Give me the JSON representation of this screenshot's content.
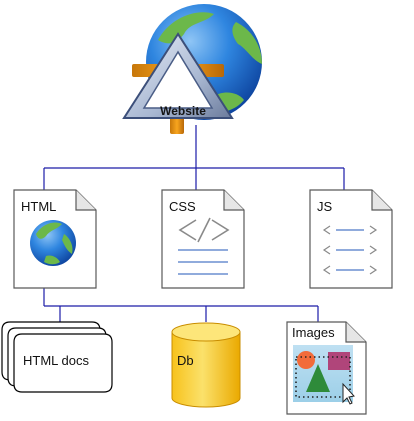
{
  "root": {
    "label": "Website",
    "icon": "globe-with-triangle-icon"
  },
  "files": [
    {
      "label": "HTML",
      "icon": "globe-icon"
    },
    {
      "label": "CSS",
      "icon": "code-brackets-icon"
    },
    {
      "label": "JS",
      "icon": "code-arrows-icon"
    }
  ],
  "resources": [
    {
      "label": "HTML docs",
      "icon": "stacked-documents-icon"
    },
    {
      "label": "Db",
      "icon": "database-cylinder-icon"
    },
    {
      "label": "Images",
      "icon": "image-document-icon"
    }
  ],
  "colors": {
    "connector": "#1c1ca8",
    "page_fill": "#ffffff",
    "page_stroke": "#595959",
    "line_blue": "#4d79c7",
    "ocean": "#1f6fd0",
    "land": "#6cb84a",
    "cylinder": "#f5b800",
    "triangle": "#b8c3da"
  }
}
